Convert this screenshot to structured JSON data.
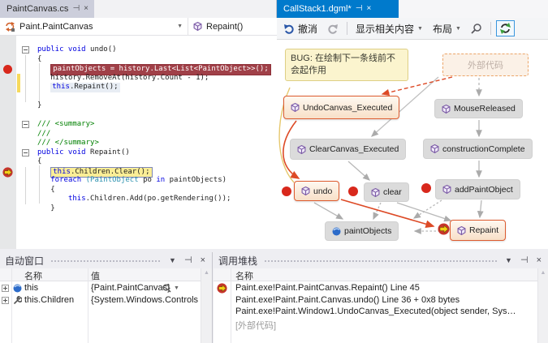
{
  "window": {
    "background": "#EEEEF2",
    "accent": "#007ACC"
  },
  "editor": {
    "tab": {
      "title": "PaintCanvas.cs"
    },
    "navbar": {
      "type_combo": "Paint.PaintCanvas",
      "member_combo": "Repaint()"
    },
    "code": {
      "lines": [
        {
          "ind": 0,
          "outline": true,
          "segs": [
            {
              "t": "public void ",
              "s": "kw"
            },
            {
              "t": "undo()",
              "s": "pl"
            }
          ]
        },
        {
          "ind": 0,
          "segs": [
            {
              "t": "{",
              "s": "pl"
            }
          ]
        },
        {
          "ind": 3,
          "mark": "bp",
          "hl": "red",
          "segs": [
            {
              "t": "paintObjects = history.Last<List<PaintObject>>();",
              "s": "pl"
            }
          ]
        },
        {
          "ind": 3,
          "change": true,
          "segs": [
            {
              "t": "history.RemoveAt(history.Count - 1);",
              "s": "pl"
            }
          ]
        },
        {
          "ind": 3,
          "change": true,
          "hl": "soft",
          "segs": [
            {
              "t": "this",
              "s": "kw"
            },
            {
              "t": ".Repaint();",
              "s": "pl"
            }
          ]
        },
        {
          "ind": 0,
          "segs": []
        },
        {
          "ind": 0,
          "segs": [
            {
              "t": "}",
              "s": "pl"
            }
          ]
        },
        {
          "ind": 0,
          "segs": []
        },
        {
          "ind": 0,
          "outline": true,
          "segs": [
            {
              "t": "/// <summary>",
              "s": "cm"
            }
          ]
        },
        {
          "ind": 0,
          "segs": [
            {
              "t": "///",
              "s": "cm"
            }
          ]
        },
        {
          "ind": 0,
          "segs": [
            {
              "t": "/// </summary>",
              "s": "cm"
            }
          ]
        },
        {
          "ind": 0,
          "outline": true,
          "segs": [
            {
              "t": "public void ",
              "s": "kw"
            },
            {
              "t": "Repaint()",
              "s": "pl"
            }
          ]
        },
        {
          "ind": 0,
          "segs": [
            {
              "t": "{",
              "s": "pl"
            }
          ]
        },
        {
          "ind": 3,
          "mark": "cur",
          "hl": "yellow",
          "segs": [
            {
              "t": "this",
              "s": "kw"
            },
            {
              "t": ".Children.Clear();",
              "s": "pl"
            }
          ]
        },
        {
          "ind": 3,
          "segs": [
            {
              "t": "foreach ",
              "s": "kw"
            },
            {
              "t": "(PaintObject",
              "s": "ty"
            },
            {
              "t": " po ",
              "s": "pl"
            },
            {
              "t": "in",
              "s": "kw"
            },
            {
              "t": " paintObjects)",
              "s": "pl"
            }
          ]
        },
        {
          "ind": 3,
          "segs": [
            {
              "t": "{",
              "s": "pl"
            }
          ]
        },
        {
          "ind": 7,
          "segs": [
            {
              "t": "this",
              "s": "kw"
            },
            {
              "t": ".Children.Add(po.getRendering());",
              "s": "pl"
            }
          ]
        },
        {
          "ind": 3,
          "segs": [
            {
              "t": "}",
              "s": "pl"
            }
          ]
        }
      ]
    }
  },
  "graph": {
    "tab": {
      "title": "CallStack1.dgml*"
    },
    "toolbar": {
      "undo": "撤消",
      "show_related": "显示相关内容",
      "layout": "布局"
    },
    "nodes": {
      "bug_note": {
        "label": "BUG: 在绘制下一条线前不会起作用"
      },
      "external": {
        "label": "外部代码"
      },
      "undo_canvas": {
        "label": "UndoCanvas_Executed"
      },
      "mouse_released": {
        "label": "MouseReleased"
      },
      "clear_canvas": {
        "label": "ClearCanvas_Executed"
      },
      "construction_complete": {
        "label": "constructionComplete"
      },
      "undo": {
        "label": "undo"
      },
      "clear": {
        "label": "clear"
      },
      "add_paint_object": {
        "label": "addPaintObject"
      },
      "paint_objects": {
        "label": "paintObjects"
      },
      "repaint": {
        "label": "Repaint"
      }
    },
    "colors": {
      "hot_border": "#DD5B2F",
      "node_gray": "#DBDBDB",
      "breakpoint_red": "#D8281C"
    }
  },
  "autos": {
    "title": "自动窗口",
    "columns": [
      "名称",
      "值"
    ],
    "rows": [
      {
        "name": "this",
        "value": "{Paint.PaintCanvas}",
        "icon": "object",
        "expandable": true,
        "magnifier": true
      },
      {
        "name": "this.Children",
        "value": "{System.Windows.Controls",
        "icon": "property",
        "expandable": true
      }
    ]
  },
  "callstack": {
    "title": "调用堆栈",
    "columns": [
      "名称"
    ],
    "frames": [
      {
        "text": "Paint.exe!Paint.PaintCanvas.Repaint() Line 45",
        "current": true
      },
      {
        "text": "Paint.exe!Paint.Paint.Canvas.undo() Line 36 + 0x8 bytes"
      },
      {
        "text": "Paint.exe!Paint.Window1.UndoCanvas_Executed(object sender, Sys…"
      },
      {
        "text": "[外部代码]",
        "external": true
      }
    ]
  }
}
